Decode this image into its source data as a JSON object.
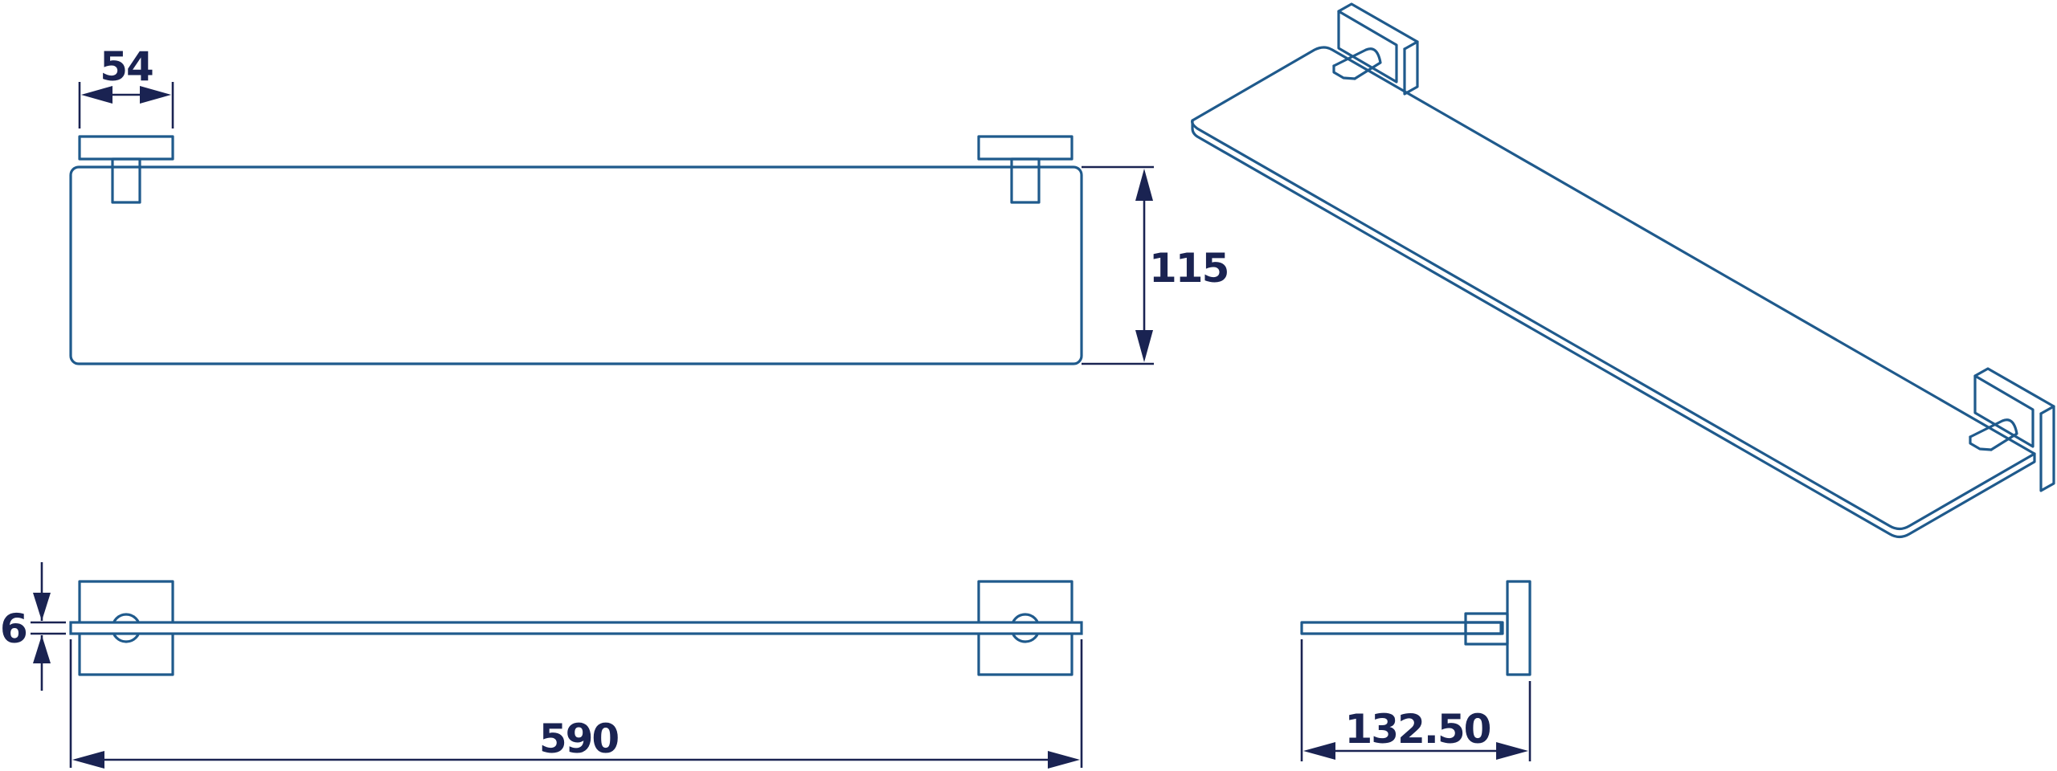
{
  "drawing": {
    "views": [
      "top-view",
      "front-view",
      "side-view",
      "isometric-view"
    ],
    "dimensions": {
      "bracket_width": "54",
      "depth": "115",
      "glass_thickness": "6",
      "overall_length": "590",
      "wall_projection": "132.50"
    },
    "colors": {
      "outline": "#1f5a8c",
      "dimension": "#1a2352",
      "background": "#ffffff"
    }
  }
}
